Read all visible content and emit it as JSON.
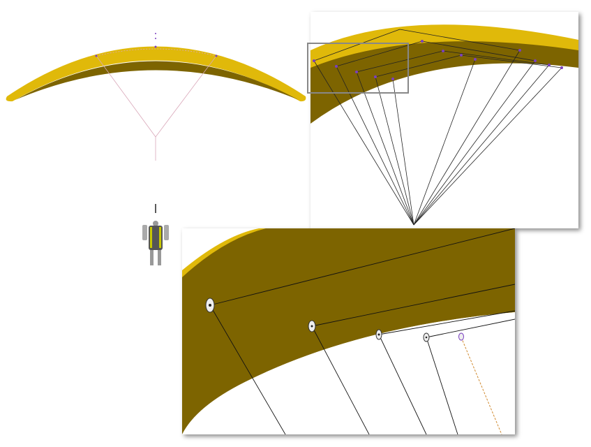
{
  "colors": {
    "wing_top": "#e8c20c",
    "wing_under": "#7d6400",
    "line": "#222222",
    "line_overview": "#d9a7b9",
    "attachment": "#7a3fc0",
    "connector": "#3a7ab0",
    "zoom_box": "#888888"
  },
  "views": {
    "overview": "paraglider-front-view",
    "detail_1": "wing-line-attachment-closeup",
    "detail_2": "attachment-point-closeup"
  }
}
